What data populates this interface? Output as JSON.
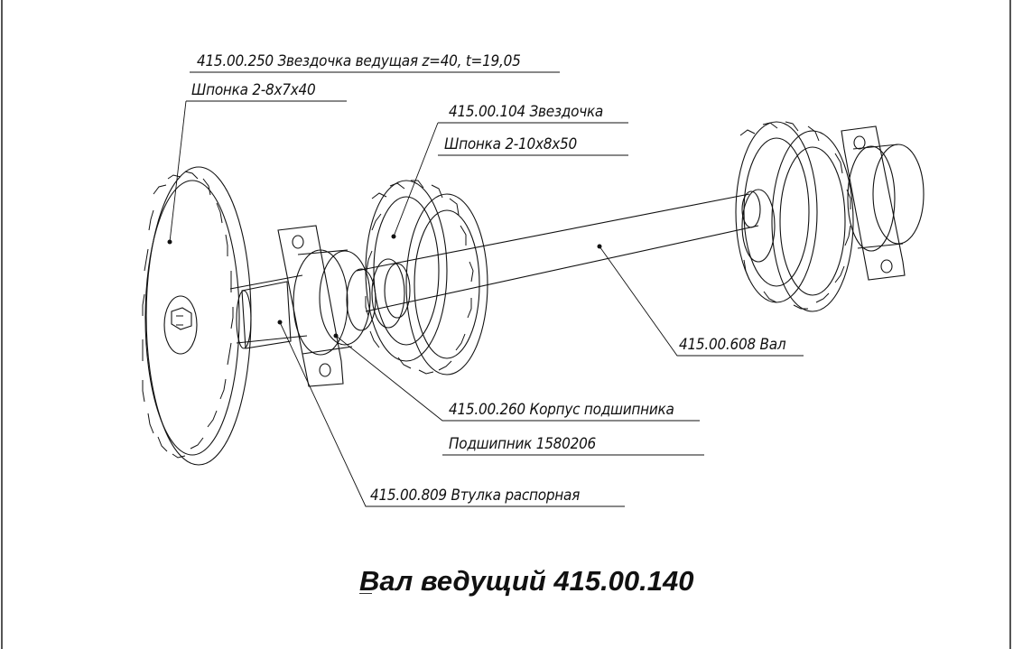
{
  "title": "Вал ведущий 415.00.140",
  "callouts": {
    "drive_sprocket": "415.00.250 Звездочка ведущая z=40, t=19,05",
    "drive_sprocket_key": "Шпонка 2-8x7x40",
    "sprocket": "415.00.104 Звездочка",
    "sprocket_key": "Шпонка 2-10x8x50",
    "shaft": "415.00.608 Вал",
    "bearing_housing": "415.00.260 Корпус подшипника",
    "bearing": "Подшипник 1580206",
    "spacer": "415.00.809 Втулка распорная"
  },
  "colors": {
    "line": "#111111",
    "background": "#ffffff",
    "frame": "#555555"
  }
}
